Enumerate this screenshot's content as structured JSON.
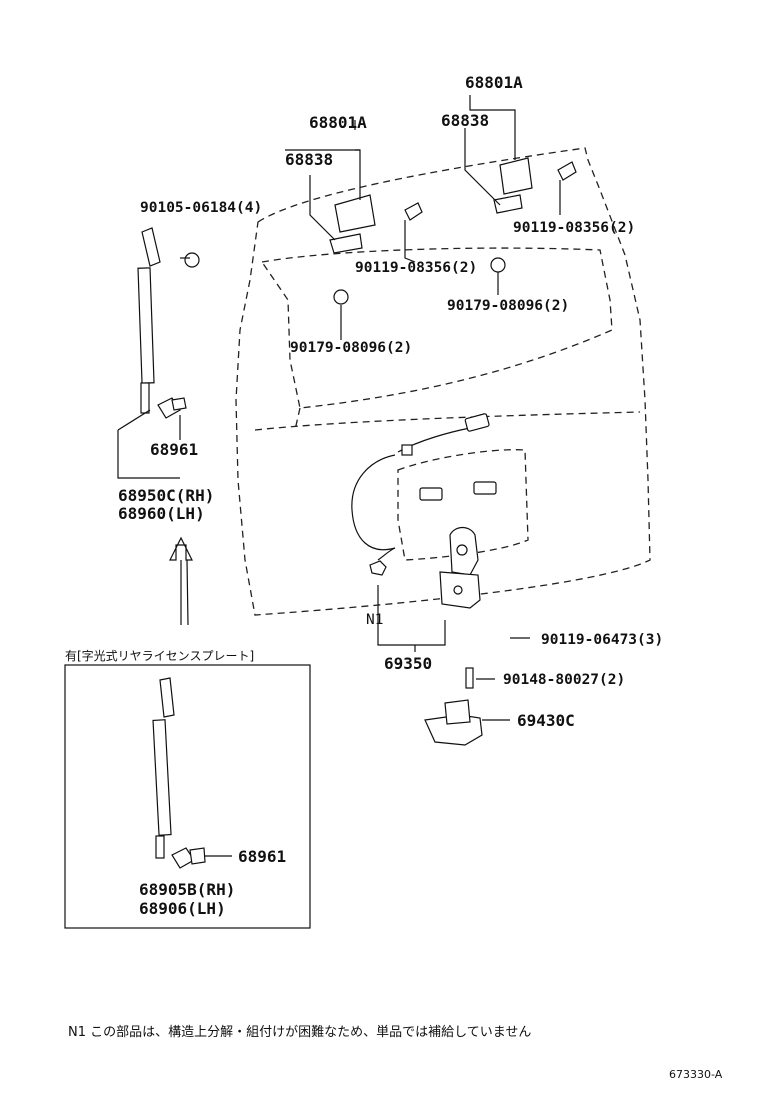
{
  "labels": {
    "hinge_assy_top": "68801A",
    "hinge_top": "68838",
    "hinge_assy_left": "68801A",
    "hinge_left": "68838",
    "bolt_strut": "90105-06184(4)",
    "screw_right": "90119-08356(2)",
    "screw_mid": "90119-08356(2)",
    "cap_right": "90179-08096(2)",
    "cap_left": "90179-08096(2)",
    "stud_main": "68961",
    "strut_rh_main": "68950C(RH)",
    "strut_lh_main": "68960(LH)",
    "note_mark": "N1",
    "lock_assy": "69350",
    "bolt_lock": "90119-06473(3)",
    "screw_striker": "90148-80027(2)",
    "striker": "69430C",
    "inset_title": "有[字光式リヤライセンスプレート]",
    "stud_inset": "68961",
    "strut_rh_inset": "68905B(RH)",
    "strut_lh_inset": "68906(LH)"
  },
  "footnote": "N1 この部品は、構造上分解・組付けが困難なため、単品では補給していません",
  "figure_code": "673330-A"
}
